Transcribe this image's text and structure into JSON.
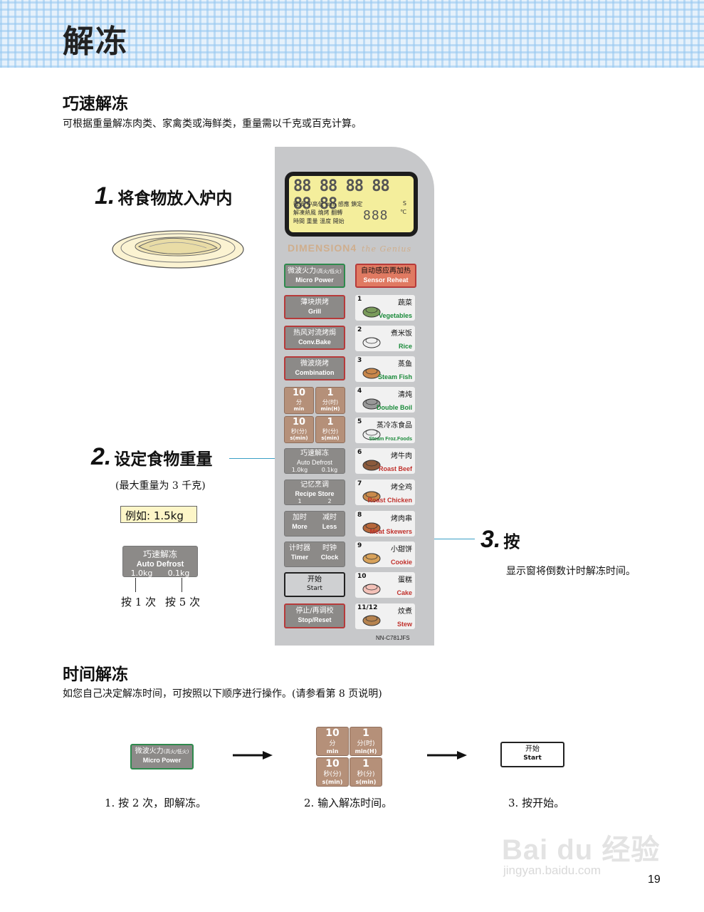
{
  "header": {
    "title": "解冻"
  },
  "quick_defrost": {
    "title": "巧速解冻",
    "description": "可根据重量解冻肉类、家禽类或海鲜类，重量需以千克或百克计算。",
    "step1": {
      "num": "1.",
      "text": "将食物放入炉内"
    },
    "step2": {
      "num": "2.",
      "text": "设定食物重量",
      "note": "(最大重量为 3 千克)",
      "example": "例如: 1.5kg"
    },
    "step3": {
      "num": "3.",
      "text": "按",
      "note": "显示窗将倒数计时解冻时间。"
    },
    "defrost_button": {
      "cn": "巧速解冻",
      "en": "Auto Defrost",
      "left": "1.0kg",
      "right": "0.1kg"
    },
    "press_left": "按 1 次",
    "press_right": "按 5 次"
  },
  "panel": {
    "lcd": {
      "digits": "88 88 88 88 88 88",
      "row1": "微波 中高低 min 感應 鎖定",
      "row2": "解凍熱風 燒烤 翻轉",
      "row3": "時間 重量 溫度 開始",
      "small_digits": "888",
      "unit_c": "℃",
      "unit_s": "S"
    },
    "brand": "DIMENSION4",
    "brand_sub": "the Genius",
    "buttons": {
      "micro_power_cn": "微波火力",
      "micro_power_sub": "(高火/低火)",
      "micro_power_en": "Micro Power",
      "sensor_cn": "自动感应再加热",
      "sensor_en": "Sensor Reheat",
      "grill_cn": "薄块烘烤",
      "grill_en": "Grill",
      "conv_cn": "热风对流烤焗",
      "conv_en": "Conv.Bake",
      "combo_cn": "微波烧烤",
      "combo_en": "Combination",
      "t10min_big": "10",
      "t10min_cn": "分",
      "t10min_en": "min",
      "t1min_big": "1",
      "t1min_cn": "分(时)",
      "t1min_en": "min(H)",
      "t10s_big": "10",
      "t10s_cn": "秒(分)",
      "t10s_en": "s(min)",
      "t1s_big": "1",
      "t1s_cn": "秒(分)",
      "t1s_en": "s(min)",
      "defrost_cn": "巧速解冻",
      "defrost_en": "Auto Defrost",
      "defrost_l": "1.0kg",
      "defrost_r": "0.1kg",
      "memory_cn": "记忆烹调",
      "memory_en": "Recipe Store",
      "memory_l": "1",
      "memory_r": "2",
      "more_cn": "加时",
      "more_en": "More",
      "less_cn": "减时",
      "less_en": "Less",
      "timer_cn": "计时器",
      "timer_en": "Timer",
      "clock_cn": "时钟",
      "clock_en": "Clock",
      "start_cn": "开始",
      "start_en": "Start",
      "stop_cn": "停止/再调校",
      "stop_en": "Stop/Reset"
    },
    "auto": [
      {
        "num": "1",
        "cn": "蔬菜",
        "en": "Vegetables",
        "color": "green"
      },
      {
        "num": "2",
        "cn": "煮米饭",
        "en": "Rice",
        "color": "green"
      },
      {
        "num": "3",
        "cn": "蒸鱼",
        "en": "Steam Fish",
        "color": "green"
      },
      {
        "num": "4",
        "cn": "清炖",
        "en": "Double Boil",
        "color": "green"
      },
      {
        "num": "5",
        "cn": "蒸冷冻食品",
        "en": "Steam Froz.Foods",
        "color": "green"
      },
      {
        "num": "6",
        "cn": "烤牛肉",
        "en": "Roast Beef",
        "color": "red"
      },
      {
        "num": "7",
        "cn": "烤全鸡",
        "en": "Roast Chicken",
        "color": "red"
      },
      {
        "num": "8",
        "cn": "烤肉串",
        "en": "Meat Skewers",
        "color": "red"
      },
      {
        "num": "9",
        "cn": "小甜饼",
        "en": "Cookie",
        "color": "red"
      },
      {
        "num": "10",
        "cn": "蛋糕",
        "en": "Cake",
        "color": "red"
      },
      {
        "num": "11/12",
        "cn": "炆煮",
        "en": "Stew",
        "color": "red"
      }
    ],
    "model": "NN-C781JFS"
  },
  "time_defrost": {
    "title": "时间解冻",
    "description": "如您自己决定解冻时间，可按照以下顺序进行操作。(请参看第 8 页说明)",
    "step1": "1. 按 2 次，即解冻。",
    "step2": "2. 输入解冻时间。",
    "step3": "3. 按开始。"
  },
  "watermark": {
    "text": "Bai du 经验",
    "url": "jingyan.baidu.com"
  },
  "page_number": "19"
}
